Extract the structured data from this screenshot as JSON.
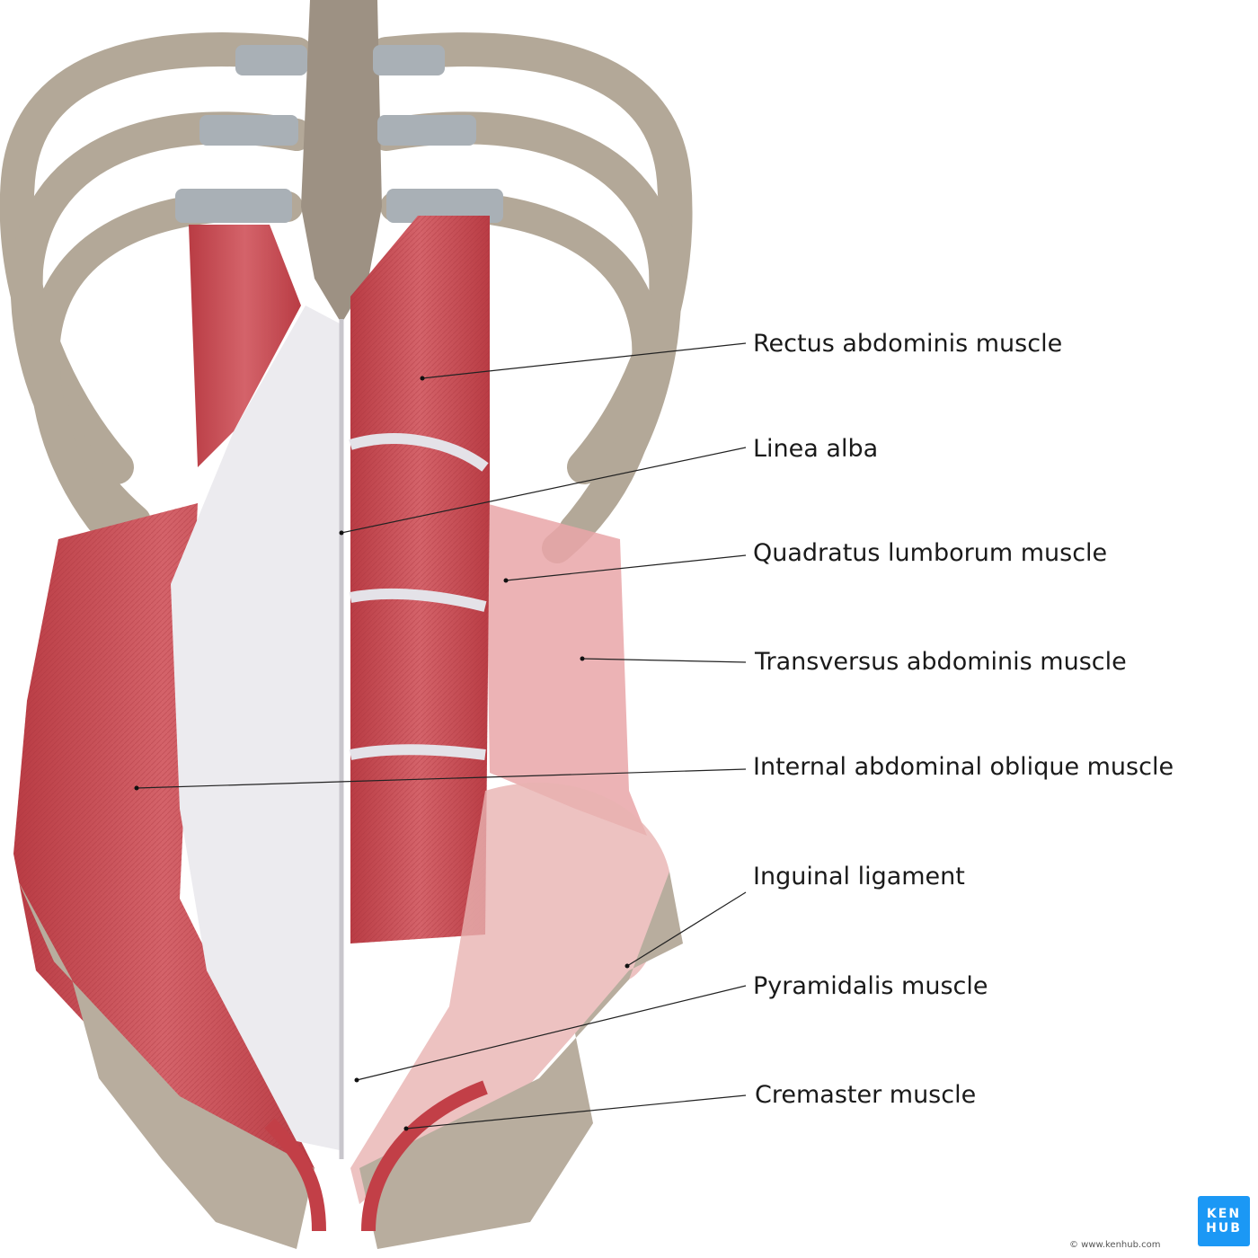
{
  "labels": [
    {
      "text": "Rectus abdominis muscle"
    },
    {
      "text": "Linea alba"
    },
    {
      "text": "Quadratus lumborum muscle"
    },
    {
      "text": "Transversus abdominis muscle"
    },
    {
      "text": "Internal abdominal oblique muscle"
    },
    {
      "text": "Inguinal ligament"
    },
    {
      "text": "Pyramidalis muscle"
    },
    {
      "text": "Cremaster muscle"
    }
  ],
  "logo": {
    "line1": "KEN",
    "line2": "HUB"
  },
  "copyright": "© www.kenhub.com",
  "watermark": "© www.kenhub.com",
  "colors": {
    "muscle": "#c9474d",
    "aponeurosis": "#ecebef",
    "bone": "#b5aa9c",
    "cartilage": "#a9b0b6",
    "logo": "#1b98f5"
  }
}
